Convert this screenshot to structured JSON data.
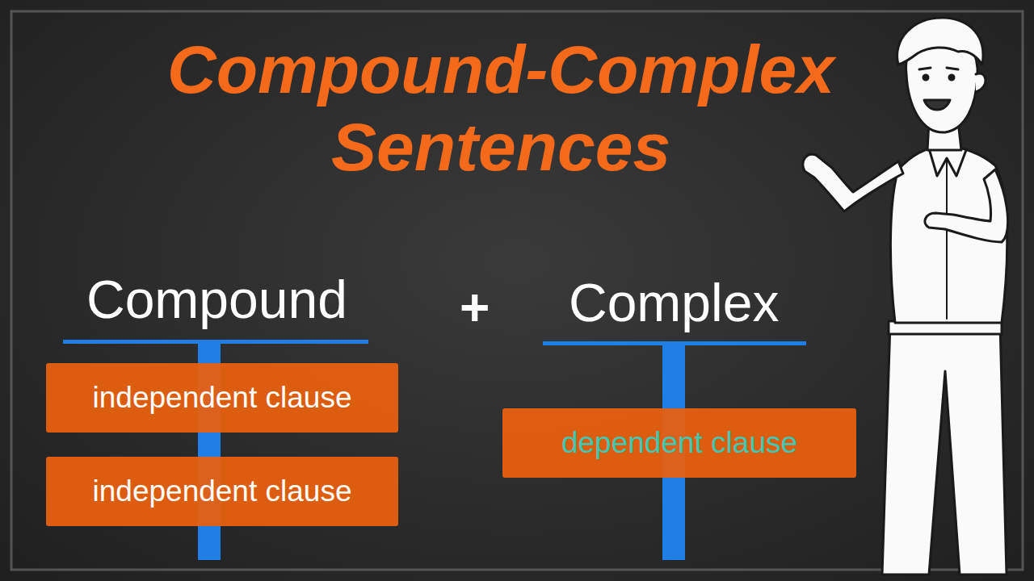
{
  "diagram": {
    "title": "Compound-Complex Sentences",
    "nodes": [
      {
        "text": [
          "independent clause"
        ]
      },
      {
        "text": [
          "independent clause"
        ]
      },
      {
        "text": [
          "dependent clause"
        ]
      }
    ],
    "labels": [
      "Compound",
      "+",
      "Complex"
    ]
  }
}
